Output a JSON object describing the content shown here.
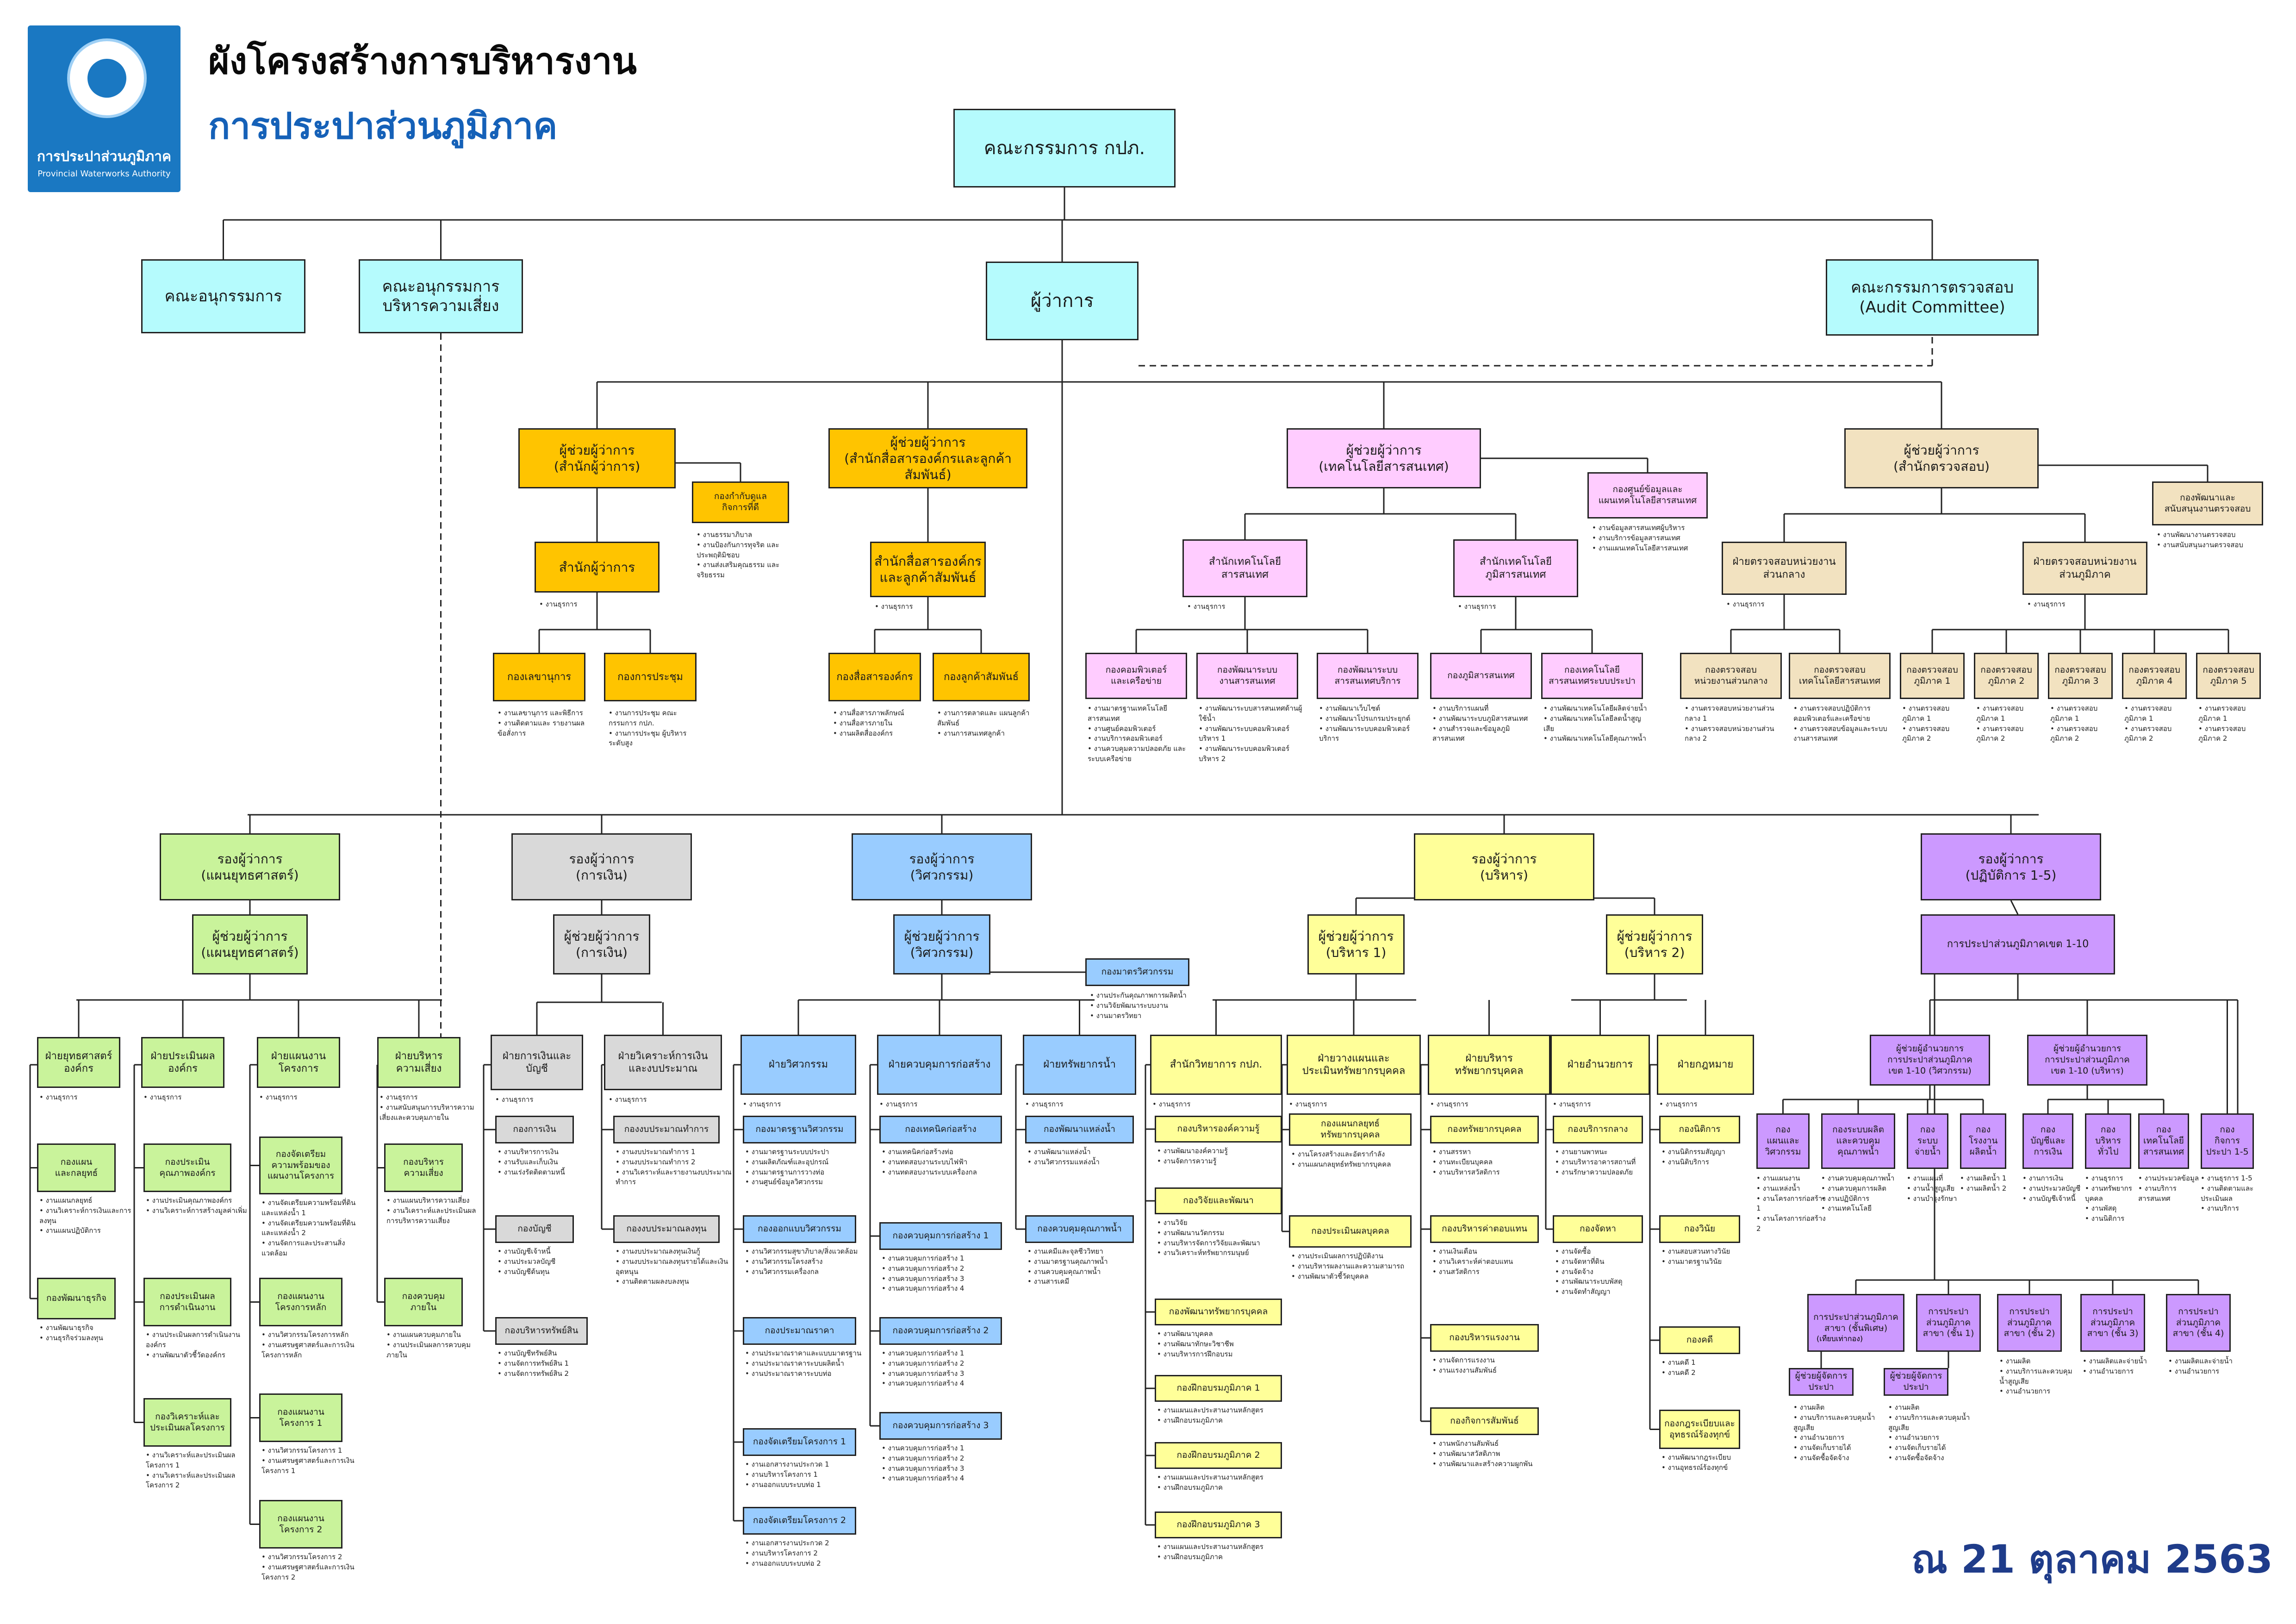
{
  "header": {
    "title": "ผังโครงสร้างการบริหารงาน",
    "subtitle": "การประปาส่วนภูมิภาค",
    "logo_text_th": "การประปาส่วนภูมิภาค",
    "logo_text_en": "Provincial Waterworks Authority",
    "date": "ณ 21 ตุลาคม 2563"
  },
  "colors": {
    "cyan": "#b5fbfd",
    "orange": "#ffc400",
    "pink": "#ffccff",
    "beige": "#f2e2c0",
    "lime": "#c9f39b",
    "grey": "#d9d9d9",
    "blue": "#99ccff",
    "yellow": "#ffff99",
    "purple": "#cc99ff",
    "title_blue": "#1561b8",
    "date_blue": "#1f3c8a"
  },
  "top": {
    "board": "คณะกรรมการ กปภ.",
    "subcommittee": "คณะอนุกรรมการ",
    "risk_committee": "คณะอนุกรรมการ\nบริหารความเสี่ยง",
    "governor": "ผู้ว่าการ",
    "audit_committee": "คณะกรรมการตรวจสอบ\n(Audit Committee)"
  },
  "assistants": {
    "office": "ผู้ช่วยผู้ว่าการ\n(สำนักผู้ว่าการ)",
    "corpcomm": "ผู้ช่วยผู้ว่าการ\n(สำนักสื่อสารองค์กรและลูกค้าสัมพันธ์)",
    "it": "ผู้ช่วยผู้ว่าการ\n(เทคโนโลยีสารสนเทศ)",
    "audit": "ผู้ช่วยผู้ว่าการ\n(สำนักตรวจสอบ)"
  },
  "office_unit": {
    "governance": "กองกำกับดูแล\nกิจการที่ดี",
    "governance_duties": [
      "งานธรรมาภิบาล",
      "งานป้องกันการทุจริต และประพฤติมิชอบ",
      "งานส่งเสริมคุณธรรม และจริยธรรม"
    ],
    "office": "สำนักผู้ว่าการ",
    "office_duties": [
      "งานธุรการ"
    ],
    "secretariat": "กองเลขานุการ",
    "secretariat_duties": [
      "งานเลขานุการ และพิธีการ",
      "งานติดตามและ รายงานผลข้อสั่งการ"
    ],
    "meeting": "กองการประชุม",
    "meeting_duties": [
      "งานการประชุม คณะกรรมการ กปภ.",
      "งานการประชุม ผู้บริหารระดับสูง"
    ]
  },
  "corpcomm_unit": {
    "office": "สำนักสื่อสารองค์กร\nและลูกค้าสัมพันธ์",
    "office_duties": [
      "งานธุรการ"
    ],
    "comm": "กองสื่อสารองค์กร",
    "comm_duties": [
      "งานสื่อสารภาพลักษณ์",
      "งานสื่อสารภายใน",
      "งานผลิตสื่อองค์กร"
    ],
    "cust": "กองลูกค้าสัมพันธ์",
    "cust_duties": [
      "งานการตลาดและ แผนลูกค้าสัมพันธ์",
      "งานการสนเทศลูกค้า"
    ]
  },
  "it_unit": {
    "data_center": "กองศูนย์ข้อมูลและ\nแผนเทคโนโลยีสารสนเทศ",
    "data_center_duties": [
      "งานข้อมูลสารสนเทศผู้บริหาร",
      "งานบริการข้อมูลสารสนเทศ",
      "งานแผนเทคโนโลยีสารสนเทศ"
    ],
    "office1": "สำนักเทคโนโลยี\nสารสนเทศ",
    "office1_duties": [
      "งานธุรการ"
    ],
    "office2": "สำนักเทคโนโลยี\nภูมิสารสนเทศ",
    "office2_duties": [
      "งานธุรการ"
    ],
    "computer": "กองคอมพิวเตอร์\nและเครือข่าย",
    "computer_duties": [
      "งานมาตรฐานเทคโนโลยีสารสนเทศ",
      "งานศูนย์คอมพิวเตอร์",
      "งานบริการคอมพิวเตอร์",
      "งานควบคุมความปลอดภัย และระบบเครือข่าย"
    ],
    "info_dev": "กองพัฒนาระบบ\nงานสารสนเทศ",
    "info_dev_duties": [
      "งานพัฒนาระบบสารสนเทศด้านผู้ใช้น้ำ",
      "งานพัฒนาระบบคอมพิวเตอร์บริหาร 1",
      "งานพัฒนาระบบคอมพิวเตอร์บริหาร 2"
    ],
    "ops_dev": "กองพัฒนาระบบ\nสารสนเทศบริการ",
    "ops_dev_duties": [
      "งานพัฒนาเว็บไซต์",
      "งานพัฒนาโปรแกรมประยุกต์",
      "งานพัฒนาระบบคอมพิวเตอร์บริการ"
    ],
    "geo": "กองภูมิสารสนเทศ",
    "geo_duties": [
      "งานบริการแผนที่",
      "งานพัฒนาระบบภูมิสารสนเทศ",
      "งานสำรวจและข้อมูลภูมิสารสนเทศ"
    ],
    "water_tech": "กองเทคโนโลยี\nสารสนเทศระบบประปา",
    "water_tech_duties": [
      "งานพัฒนาเทคโนโลยีผลิตจ่ายน้ำ",
      "งานพัฒนาเทคโนโลยีลดน้ำสูญเสีย",
      "งานพัฒนาเทคโนโลยีคุณภาพน้ำ"
    ]
  },
  "audit_unit": {
    "support": "กองพัฒนาและ\nสนับสนุนงานตรวจสอบ",
    "support_duties": [
      "งานพัฒนางานตรวจสอบ",
      "งานสนับสนุนงานตรวจสอบ"
    ],
    "central": "ฝ่ายตรวจสอบหน่วยงาน\nส่วนกลาง",
    "central_duties": [
      "งานธุรการ"
    ],
    "regional": "ฝ่ายตรวจสอบหน่วยงาน\nส่วนภูมิภาค",
    "regional_duties": [
      "งานธุรการ"
    ],
    "c1": "กองตรวจสอบ\nหน่วยงานส่วนกลาง",
    "c1_duties": [
      "งานตรวจสอบหน่วยงานส่วนกลาง 1",
      "งานตรวจสอบหน่วยงานส่วนกลาง 2"
    ],
    "c2": "กองตรวจสอบ\nเทคโนโลยีสารสนเทศ",
    "c2_duties": [
      "งานตรวจสอบปฏิบัติการคอมพิวเตอร์และเครือข่าย",
      "งานตรวจสอบข้อมูลและระบบงานสารสนเทศ"
    ],
    "regions": [
      "กองตรวจสอบ\nภูมิภาค 1",
      "กองตรวจสอบ\nภูมิภาค 2",
      "กองตรวจสอบ\nภูมิภาค 3",
      "กองตรวจสอบ\nภูมิภาค 4",
      "กองตรวจสอบ\nภูมิภาค 5"
    ],
    "region_duties": [
      "งานตรวจสอบภูมิภาค 1",
      "งานตรวจสอบภูมิภาค 2"
    ]
  },
  "deputies": {
    "strategy": "รองผู้ว่าการ\n(แผนยุทธศาสตร์)",
    "finance": "รองผู้ว่าการ\n(การเงิน)",
    "engineering": "รองผู้ว่าการ\n(วิศวกรรม)",
    "admin": "รองผู้ว่าการ\n(บริหาร)",
    "operations": "รองผู้ว่าการ\n(ปฏิบัติการ 1-5)"
  },
  "dep_assistants": {
    "strategy": "ผู้ช่วยผู้ว่าการ\n(แผนยุทธศาสตร์)",
    "finance": "ผู้ช่วยผู้ว่าการ\n(การเงิน)",
    "engineering": "ผู้ช่วยผู้ว่าการ\n(วิศวกรรม)",
    "admin1": "ผู้ช่วยผู้ว่าการ\n(บริหาร 1)",
    "admin2": "ผู้ช่วยผู้ว่าการ\n(บริหาร 2)",
    "regions": "การประปาส่วนภูมิภาคเขต 1-10"
  },
  "strategy_col": {
    "f1": "ฝ่ายยุทธศาสตร์\nองค์กร",
    "f1_duties": [
      "งานธุรการ"
    ],
    "f1a": "กองแผน\nและกลยุทธ์",
    "f1a_duties": [
      "งานแผนกลยุทธ์",
      "งานวิเคราะห์การเงินและการลงทุน",
      "งานแผนปฏิบัติการ"
    ],
    "f1b": "กองพัฒนาธุรกิจ",
    "f1b_duties": [
      "งานพัฒนาธุรกิจ",
      "งานธุรกิจร่วมลงทุน"
    ],
    "f2": "ฝ่ายประเมินผล\nองค์กร",
    "f2_duties": [
      "งานธุรการ"
    ],
    "f2a": "กองประเมิน\nคุณภาพองค์กร",
    "f2a_duties": [
      "งานประเมินคุณภาพองค์กร",
      "งานวิเคราะห์การสร้างมูลค่าเพิ่ม"
    ],
    "f2b": "กองประเมินผล\nการดำเนินงาน",
    "f2b_duties": [
      "งานประเมินผลการดำเนินงานองค์กร",
      "งานพัฒนาตัวชี้วัดองค์กร"
    ],
    "f2c": "กองวิเคราะห์และ\nประเมินผลโครงการ",
    "f2c_duties": [
      "งานวิเคราะห์และประเมินผลโครงการ 1",
      "งานวิเคราะห์และประเมินผลโครงการ 2"
    ],
    "f3": "ฝ่ายแผนงาน\nโครงการ",
    "f3_duties": [
      "งานธุรการ"
    ],
    "f3a": "กองจัดเตรียม\nความพร้อมของ\nแผนงานโครงการ",
    "f3a_duties": [
      "งานจัดเตรียมความพร้อมที่ดินและแหล่งน้ำ 1",
      "งานจัดเตรียมความพร้อมที่ดินและแหล่งน้ำ 2",
      "งานจัดการและประสานสิ่งแวดล้อม"
    ],
    "f3b": "กองแผนงาน\nโครงการหลัก",
    "f3b_duties": [
      "งานวิศวกรรมโครงการหลัก",
      "งานเศรษฐศาสตร์และการเงินโครงการหลัก"
    ],
    "f3c": "กองแผนงาน\nโครงการ 1",
    "f3c_duties": [
      "งานวิศวกรรมโครงการ 1",
      "งานเศรษฐศาสตร์และการเงินโครงการ 1"
    ],
    "f3d": "กองแผนงาน\nโครงการ 2",
    "f3d_duties": [
      "งานวิศวกรรมโครงการ 2",
      "งานเศรษฐศาสตร์และการเงินโครงการ 2"
    ],
    "f4": "ฝ่ายบริหาร\nความเสี่ยง",
    "f4_duties": [
      "งานธุรการ",
      "งานสนับสนุนการบริหารความเสี่ยงและควบคุมภายใน"
    ],
    "f4a": "กองบริหาร\nความเสี่ยง",
    "f4a_duties": [
      "งานแผนบริหารความเสี่ยง",
      "งานวิเคราะห์และประเมินผลการบริหารความเสี่ยง"
    ],
    "f4b": "กองควบคุม\nภายใน",
    "f4b_duties": [
      "งานแผนควบคุมภายใน",
      "งานประเมินผลการควบคุมภายใน"
    ]
  },
  "finance_col": {
    "f1": "ฝ่ายการเงินและ\nบัญชี",
    "f1_duties": [
      "งานธุรการ"
    ],
    "f1a": "กองการเงิน",
    "f1a_duties": [
      "งานบริหารการเงิน",
      "งานรับและเก็บเงิน",
      "งานเร่งรัดติดตามหนี้"
    ],
    "f1b": "กองบัญชี",
    "f1b_duties": [
      "งานบัญชีเจ้าหนี้",
      "งานประมวลบัญชี",
      "งานบัญชีต้นทุน"
    ],
    "f1c": "กองบริหารทรัพย์สิน",
    "f1c_duties": [
      "งานบัญชีทรัพย์สิน",
      "งานจัดการทรัพย์สิน 1",
      "งานจัดการทรัพย์สิน 2"
    ],
    "f2": "ฝ่ายวิเคราะห์การเงิน\nและงบประมาณ",
    "f2_duties": [
      "งานธุรการ"
    ],
    "f2a": "กองงบประมาณทำการ",
    "f2a_duties": [
      "งานงบประมาณทำการ 1",
      "งานงบประมาณทำการ 2",
      "งานวิเคราะห์และรายงานงบประมาณทำการ"
    ],
    "f2b": "กองงบประมาณลงทุน",
    "f2b_duties": [
      "งานงบประมาณลงทุนเงินกู้",
      "งานงบประมาณลงทุนรายได้และเงินอุดหนุน",
      "งานติดตามผลงบลงทุน"
    ]
  },
  "eng_col": {
    "note": "กองมาตรวิศวกรรม",
    "note_duties": [
      "งานประกันคุณภาพการผลิตน้ำ",
      "งานวิจัยพัฒนาระบบงาน",
      "งานมาตรวิทยา"
    ],
    "f1": "ฝ่ายวิศวกรรม",
    "f1_duties": [
      "งานธุรการ"
    ],
    "f1a": "กองมาตรฐานวิศวกรรม",
    "f1a_duties": [
      "งานมาตรฐานระบบประปา",
      "งานผลิตภัณฑ์และอุปกรณ์",
      "งานมาตรฐานการวางท่อ",
      "งานศูนย์ข้อมูลวิศวกรรม"
    ],
    "f1b": "กองออกแบบวิศวกรรม",
    "f1b_duties": [
      "งานวิศวกรรมสุขาภิบาล/สิ่งแวดล้อม",
      "งานวิศวกรรมโครงสร้าง",
      "งานวิศวกรรมเครื่องกล"
    ],
    "f1c": "กองประมาณราคา",
    "f1c_duties": [
      "งานประมาณราคาและแบบมาตรฐาน",
      "งานประมาณราคาระบบผลิตน้ำ",
      "งานประมาณราคาระบบท่อ"
    ],
    "f1d": "กองจัดเตรียมโครงการ 1",
    "f1d_duties": [
      "งานเอกสารงานประกวด 1",
      "งานบริหารโครงการ 1",
      "งานออกแบบระบบท่อ 1"
    ],
    "f1e": "กองจัดเตรียมโครงการ 2",
    "f1e_duties": [
      "งานเอกสารงานประกวด 2",
      "งานบริหารโครงการ 2",
      "งานออกแบบระบบท่อ 2"
    ],
    "f2": "ฝ่ายควบคุมการก่อสร้าง",
    "f2_duties": [
      "งานธุรการ"
    ],
    "f2a": "กองเทคนิคก่อสร้าง",
    "f2a_duties": [
      "งานเทคนิคก่อสร้างท่อ",
      "งานทดสอบงานระบบไฟฟ้า",
      "งานทดสอบงานระบบเครื่องกล"
    ],
    "f2b": "กองควบคุมการก่อสร้าง 1",
    "f2b_duties": [
      "งานควบคุมการก่อสร้าง 1",
      "งานควบคุมการก่อสร้าง 2",
      "งานควบคุมการก่อสร้าง 3",
      "งานควบคุมการก่อสร้าง 4"
    ],
    "f2c": "กองควบคุมการก่อสร้าง 2",
    "f2c_duties": [
      "งานควบคุมการก่อสร้าง 1",
      "งานควบคุมการก่อสร้าง 2",
      "งานควบคุมการก่อสร้าง 3",
      "งานควบคุมการก่อสร้าง 4"
    ],
    "f2d": "กองควบคุมการก่อสร้าง 3",
    "f2d_duties": [
      "งานควบคุมการก่อสร้าง 1",
      "งานควบคุมการก่อสร้าง 2",
      "งานควบคุมการก่อสร้าง 3",
      "งานควบคุมการก่อสร้าง 4"
    ],
    "f3": "ฝ่ายทรัพยากรน้ำ",
    "f3_duties": [
      "งานธุรการ"
    ],
    "f3a": "กองพัฒนาแหล่งน้ำ",
    "f3a_duties": [
      "งานพัฒนาแหล่งน้ำ",
      "งานวิศวกรรมแหล่งน้ำ"
    ],
    "f3b": "กองควบคุมคุณภาพน้ำ",
    "f3b_duties": [
      "งานเคมีและจุลชีววิทยา",
      "งานมาตรฐานคุณภาพน้ำ",
      "งานควบคุมคุณภาพน้ำ",
      "งานสารเคมี"
    ]
  },
  "admin_col": {
    "f1": "สำนักวิทยาการ กปภ.",
    "f1_duties": [
      "งานธุรการ"
    ],
    "f1a": "กองบริหารองค์ความรู้",
    "f1a_duties": [
      "งานพัฒนาองค์ความรู้",
      "งานจัดการความรู้"
    ],
    "f1b": "กองวิจัยและพัฒนา",
    "f1b_duties": [
      "งานวิจัย",
      "งานพัฒนานวัตกรรม",
      "งานบริหารจัดการวิจัยและพัฒนา",
      "งานวิเคราะห์ทรัพยากรมนุษย์"
    ],
    "f1c": "กองพัฒนาทรัพยากรบุคคล",
    "f1c_duties": [
      "งานพัฒนาบุคคล",
      "งานพัฒนาทักษะวิชาชีพ",
      "งานบริหารการฝึกอบรม"
    ],
    "f1d": "กองฝึกอบรมภูมิภาค 1",
    "f1d_duties": [
      "งานแผนและประสานงานหลักสูตร",
      "งานฝึกอบรมภูมิภาค"
    ],
    "f1e": "กองฝึกอบรมภูมิภาค 2",
    "f1e_duties": [
      "งานแผนและประสานงานหลักสูตร",
      "งานฝึกอบรมภูมิภาค"
    ],
    "f1f": "กองฝึกอบรมภูมิภาค 3",
    "f1f_duties": [
      "งานแผนและประสานงานหลักสูตร",
      "งานฝึกอบรมภูมิภาค"
    ],
    "f2": "ฝ่ายวางแผนและ\nประเมินทรัพยากรบุคคล",
    "f2_duties": [
      "งานธุรการ"
    ],
    "f2a": "กองแผนกลยุทธ์\nทรัพยากรบุคคล",
    "f2a_duties": [
      "งานโครงสร้างและอัตรากำลัง",
      "งานแผนกลยุทธ์ทรัพยากรบุคคล"
    ],
    "f2b": "กองประเมินผลบุคคล",
    "f2b_duties": [
      "งานประเมินผลการปฏิบัติงาน",
      "งานบริหารผลงานและความสามารถ",
      "งานพัฒนาตัวชี้วัดบุคคล"
    ],
    "f3": "ฝ่ายบริหาร\nทรัพยากรบุคคล",
    "f3_duties": [
      "งานธุรการ"
    ],
    "f3a": "กองทรัพยากรบุคคล",
    "f3a_duties": [
      "งานสรรหา",
      "งานทะเบียนบุคคล",
      "งานบริหารสวัสดิการ"
    ],
    "f3b": "กองบริหารค่าตอบแทน",
    "f3b_duties": [
      "งานเงินเดือน",
      "งานวิเคราะห์ค่าตอบแทน",
      "งานสวัสดิการ"
    ],
    "f3c": "กองบริหารแรงงาน",
    "f3c_duties": [
      "งานจัดการแรงงาน",
      "งานแรงงานสัมพันธ์"
    ],
    "f3d": "กองกิจการสัมพันธ์",
    "f3d_duties": [
      "งานพนักงานสัมพันธ์",
      "งานพัฒนาสวัสดิภาพ",
      "งานพัฒนาและสร้างความผูกพัน"
    ],
    "f4": "ฝ่ายอำนวยการ",
    "f4_duties": [
      "งานธุรการ"
    ],
    "f4a": "กองบริการกลาง",
    "f4a_duties": [
      "งานยานพาหนะ",
      "งานบริหารอาคารสถานที่",
      "งานรักษาความปลอดภัย"
    ],
    "f4b": "กองจัดหา",
    "f4b_duties": [
      "งานจัดซื้อ",
      "งานจัดหาที่ดิน",
      "งานจัดจ้าง",
      "งานพัฒนาระบบพัสดุ",
      "งานจัดทำสัญญา"
    ],
    "f5": "ฝ่ายกฎหมาย",
    "f5_duties": [
      "งานธุรการ"
    ],
    "f5a": "กองนิติการ",
    "f5a_duties": [
      "งานนิติกรรมสัญญา",
      "งานนิติบริการ"
    ],
    "f5b": "กองวินัย",
    "f5b_duties": [
      "งานสอบสวนทางวินัย",
      "งานมาตรฐานวินัย"
    ],
    "f5c": "กองคดี",
    "f5c_duties": [
      "งานคดี 1",
      "งานคดี 2"
    ],
    "f5d": "กองกฎระเบียบและ\nอุทธรณ์ร้องทุกข์",
    "f5d_duties": [
      "งานพัฒนากฎระเบียบ",
      "งานอุทธรณ์ร้องทุกข์"
    ]
  },
  "ops_col": {
    "asst_eng": "ผู้ช่วยผู้อำนวยการ\nการประปาส่วนภูมิภาค\nเขต 1-10 (วิศวกรรม)",
    "asst_admin": "ผู้ช่วยผู้อำนวยการ\nการประปาส่วนภูมิภาค\nเขต 1-10 (บริหาร)",
    "units": [
      "กอง\nแผนและ\nวิศวกรรม",
      "กองระบบผลิต\nและควบคุม\nคุณภาพน้ำ",
      "กอง\nระบบ\nจ่ายน้ำ",
      "กอง\nโรงงาน\nผลิตน้ำ",
      "กอง\nบัญชีและ\nการเงิน",
      "กอง\nบริหาร\nทั่วไป",
      "กอง\nเทคโนโลยี\nสารสนเทศ",
      "กอง\nกิจการ\nประปา 1-5"
    ],
    "units_duties": [
      [
        "งานแผนงาน",
        "งานแหล่งน้ำ",
        "งานโครงการก่อสร้าง 1",
        "งานโครงการก่อสร้าง 2"
      ],
      [
        "งานควบคุมคุณภาพน้ำ",
        "งานควบคุมการผลิต",
        "งานปฏิบัติการ",
        "งานเทคโนโลยี"
      ],
      [
        "งานแผนที่",
        "งานน้ำสูญเสีย",
        "งานบำรุงรักษา"
      ],
      [
        "งานผลิตน้ำ 1",
        "งานผลิตน้ำ 2"
      ],
      [
        "งานการเงิน",
        "งานประมวลบัญชี",
        "งานบัญชีเจ้าหนี้"
      ],
      [
        "งานธุรการ",
        "งานทรัพยากรบุคคล",
        "งานพัสดุ",
        "งานนิติการ"
      ],
      [
        "งานประมวลข้อมูล",
        "งานบริการสารสนเทศ"
      ],
      [
        "งานธุรการ 1-5",
        "งานติดตามและประเมินผล",
        "งานบริการ"
      ]
    ],
    "branches": [
      "การประปาส่วนภูมิภาค\nสาขา (ชั้นพิเศษ)",
      "การประปา\nส่วนภูมิภาค\nสาขา (ชั้น 1)",
      "การประปา\nส่วนภูมิภาค\nสาขา (ชั้น 2)",
      "การประปา\nส่วนภูมิภาค\nสาขา (ชั้น 3)",
      "การประปา\nส่วนภูมิภาค\nสาขา (ชั้น 4)"
    ],
    "branch_special_note": "(เทียบเท่ากอง)",
    "branch_managers": [
      "ผู้ช่วยผู้จัดการ\nประปา",
      "ผู้ช่วยผู้จัดการ\nประปา"
    ],
    "branch_duties": [
      [
        "งานผลิต",
        "งานบริการและควบคุมน้ำสูญเสีย",
        "งานอำนวยการ",
        "งานจัดเก็บรายได้",
        "งานจัดซื้อจัดจ้าง"
      ],
      [
        "งานผลิต",
        "งานบริการและควบคุมน้ำสูญเสีย",
        "งานอำนวยการ",
        "งานจัดเก็บรายได้",
        "งานจัดซื้อจัดจ้าง"
      ],
      [
        "งานผลิต",
        "งานบริการและควบคุมน้ำสูญเสีย",
        "งานอำนวยการ"
      ],
      [
        "งานผลิตและจ่ายน้ำ",
        "งานอำนวยการ"
      ],
      [
        "งานผลิตและจ่ายน้ำ",
        "งานอำนวยการ"
      ]
    ]
  }
}
